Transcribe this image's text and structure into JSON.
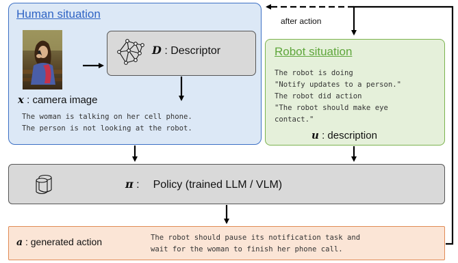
{
  "human": {
    "title": "Human situation",
    "camera_label_var": "x",
    "camera_label_text": " : camera image",
    "description_lines": "The woman is talking on her cell phone.\nThe person is not looking at the robot."
  },
  "descriptor": {
    "var": "D",
    "text": " : Descriptor"
  },
  "robot": {
    "title": "Robot situation",
    "description_lines": "The robot is doing\n\"Notify updates to a person.\"\nThe robot did action\n\"The robot should make eye\ncontact.\"",
    "label_var": "u",
    "label_text": " : description"
  },
  "policy": {
    "var": "π",
    "sep": " :",
    "text": "Policy (trained  LLM / VLM)"
  },
  "action": {
    "var": "a",
    "text": " : generated action",
    "output_lines": "The robot should pause its notification task and\nwait for the woman to finish her phone call."
  },
  "feedback": {
    "label": "after action"
  },
  "colors": {
    "human_fill": "#dce8f6",
    "human_border": "#3b6fc4",
    "robot_fill": "#e5f0da",
    "robot_border": "#7ab24c",
    "policy_fill": "#d9d9d9",
    "action_fill": "#fbe5d6",
    "action_border": "#e08a54"
  },
  "icons": {
    "descriptor": "network-icon",
    "policy": "database-icon"
  }
}
